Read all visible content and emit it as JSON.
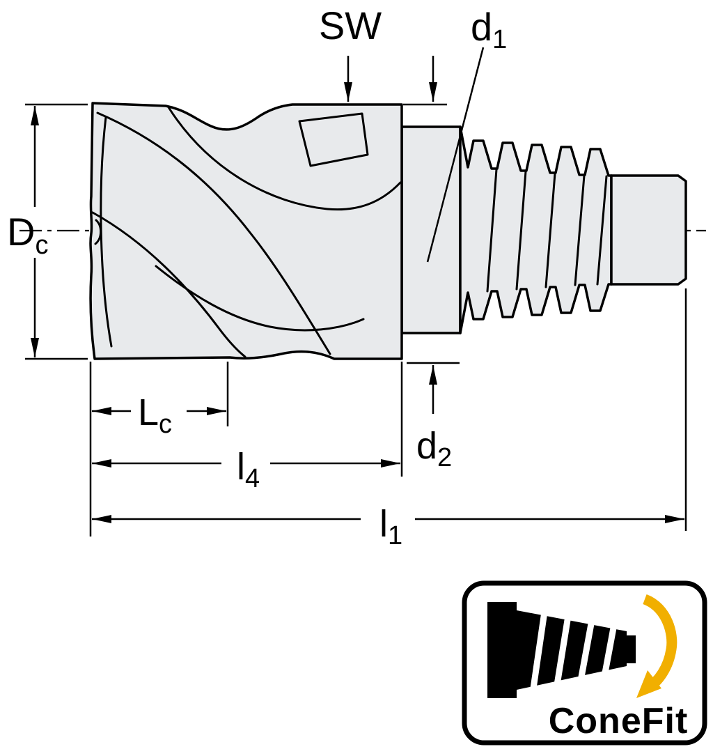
{
  "colors": {
    "line": "#000000",
    "tool_fill": "#e8eaec",
    "background": "#ffffff",
    "accent_yellow": "#f1af00"
  },
  "dimensions": {
    "sw": {
      "main": "SW",
      "sub": ""
    },
    "d1": {
      "main": "d",
      "sub": "1"
    },
    "dc": {
      "main": "D",
      "sub": "c"
    },
    "lc": {
      "main": "L",
      "sub": "c"
    },
    "l4": {
      "main": "l",
      "sub": "4"
    },
    "d2": {
      "main": "d",
      "sub": "2"
    },
    "l1": {
      "main": "l",
      "sub": "1"
    }
  },
  "logo": {
    "label": "ConeFit"
  }
}
